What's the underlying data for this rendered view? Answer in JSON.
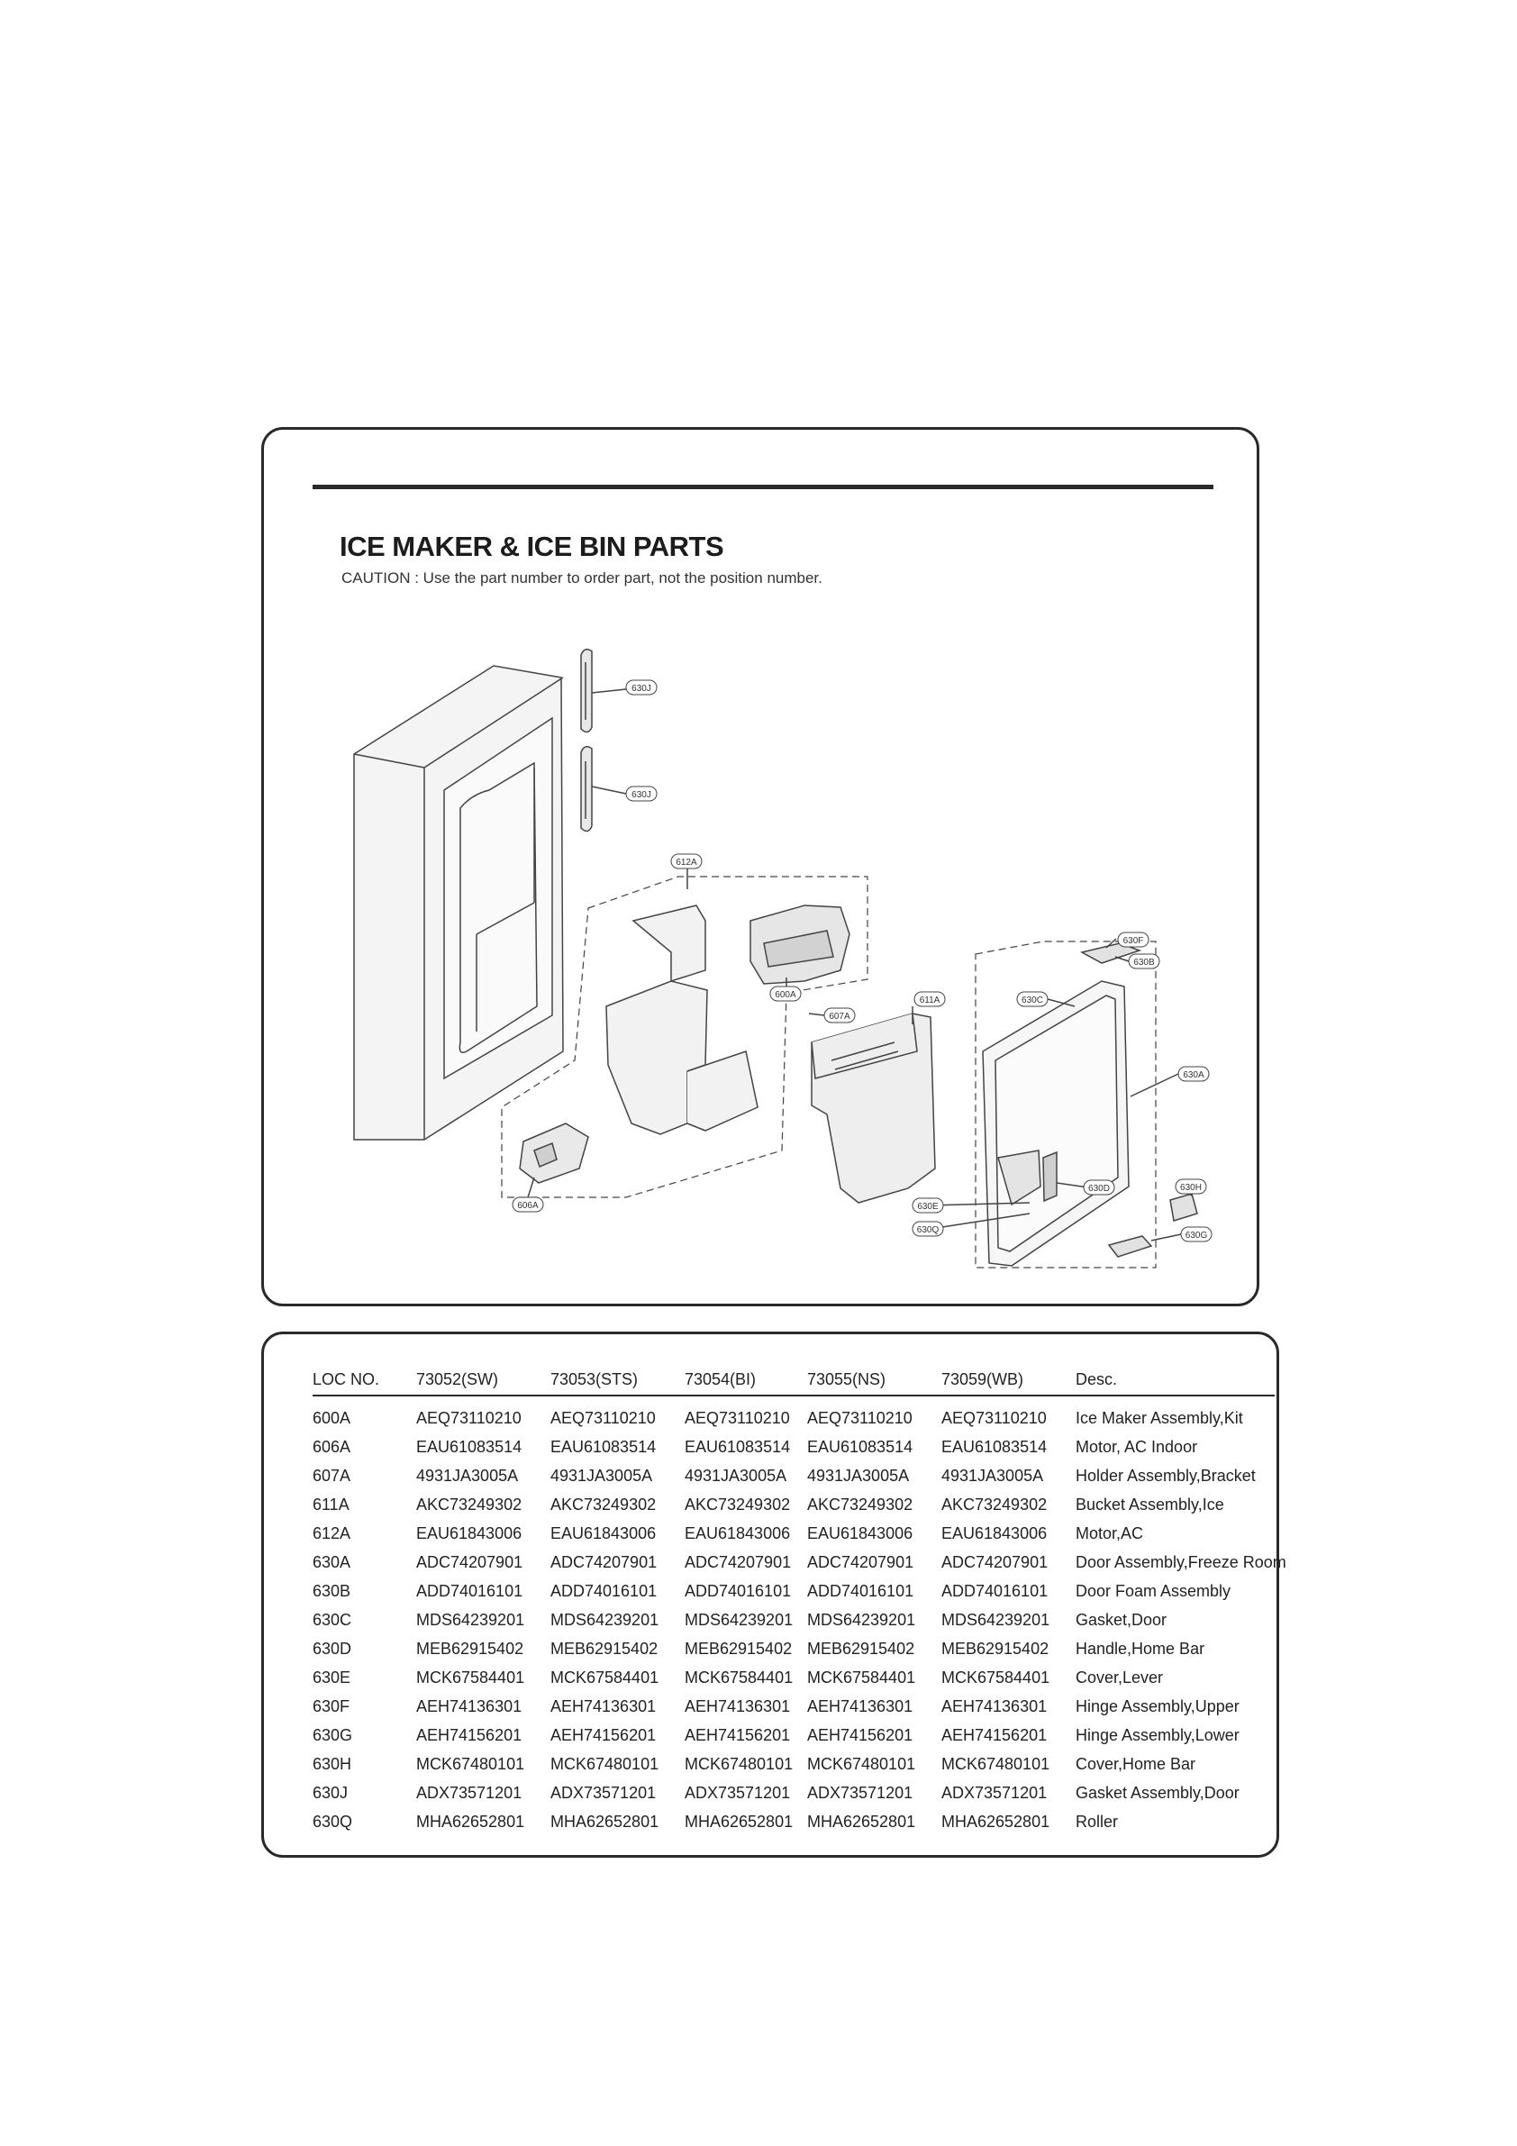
{
  "title": "ICE MAKER & ICE BIN PARTS",
  "caution": "CAUTION : Use the part number to order part, not the position number.",
  "diagram": {
    "callouts": [
      "630J",
      "630J",
      "612A",
      "600A",
      "607A",
      "611A",
      "606A",
      "630F",
      "630B",
      "630C",
      "630A",
      "630H",
      "630D",
      "630E",
      "630Q",
      "630G"
    ]
  },
  "table": {
    "headers": [
      "LOC NO.",
      "73052(SW)",
      "73053(STS)",
      "73054(BI)",
      "73055(NS)",
      "73059(WB)",
      "Desc."
    ],
    "rows": [
      [
        "600A",
        "AEQ73110210",
        "AEQ73110210",
        "AEQ73110210",
        "AEQ73110210",
        "AEQ73110210",
        "Ice Maker Assembly,Kit"
      ],
      [
        "606A",
        "EAU61083514",
        "EAU61083514",
        "EAU61083514",
        "EAU61083514",
        "EAU61083514",
        "Motor, AC Indoor"
      ],
      [
        "607A",
        "4931JA3005A",
        "4931JA3005A",
        "4931JA3005A",
        "4931JA3005A",
        "4931JA3005A",
        "Holder Assembly,Bracket"
      ],
      [
        "611A",
        "AKC73249302",
        "AKC73249302",
        "AKC73249302",
        "AKC73249302",
        "AKC73249302",
        "Bucket Assembly,Ice"
      ],
      [
        "612A",
        "EAU61843006",
        "EAU61843006",
        "EAU61843006",
        "EAU61843006",
        "EAU61843006",
        "Motor,AC"
      ],
      [
        "630A",
        "ADC74207901",
        "ADC74207901",
        "ADC74207901",
        "ADC74207901",
        "ADC74207901",
        "Door Assembly,Freeze Room"
      ],
      [
        "630B",
        "ADD74016101",
        "ADD74016101",
        "ADD74016101",
        "ADD74016101",
        "ADD74016101",
        "Door Foam Assembly"
      ],
      [
        "630C",
        "MDS64239201",
        "MDS64239201",
        "MDS64239201",
        "MDS64239201",
        "MDS64239201",
        "Gasket,Door"
      ],
      [
        "630D",
        "MEB62915402",
        "MEB62915402",
        "MEB62915402",
        "MEB62915402",
        "MEB62915402",
        "Handle,Home Bar"
      ],
      [
        "630E",
        "MCK67584401",
        "MCK67584401",
        "MCK67584401",
        "MCK67584401",
        "MCK67584401",
        "Cover,Lever"
      ],
      [
        "630F",
        "AEH74136301",
        "AEH74136301",
        "AEH74136301",
        "AEH74136301",
        "AEH74136301",
        "Hinge Assembly,Upper"
      ],
      [
        "630G",
        "AEH74156201",
        "AEH74156201",
        "AEH74156201",
        "AEH74156201",
        "AEH74156201",
        "Hinge Assembly,Lower"
      ],
      [
        "630H",
        "MCK67480101",
        "MCK67480101",
        "MCK67480101",
        "MCK67480101",
        "MCK67480101",
        "Cover,Home Bar"
      ],
      [
        "630J",
        "ADX73571201",
        "ADX73571201",
        "ADX73571201",
        "ADX73571201",
        "ADX73571201",
        "Gasket Assembly,Door"
      ],
      [
        "630Q",
        "MHA62652801",
        "MHA62652801",
        "MHA62652801",
        "MHA62652801",
        "MHA62652801",
        "Roller"
      ]
    ]
  }
}
